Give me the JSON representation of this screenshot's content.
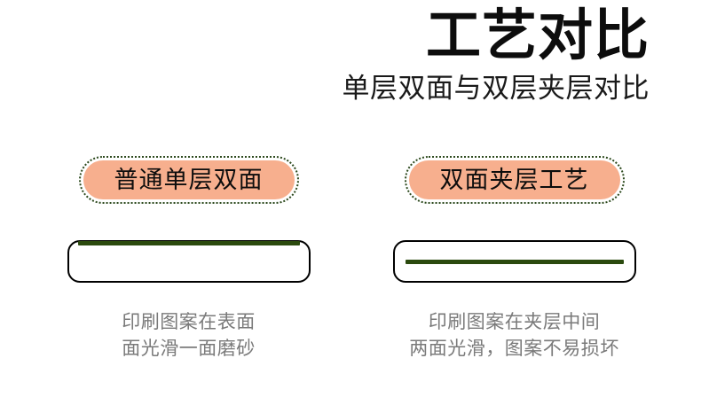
{
  "header": {
    "title": "工艺对比",
    "subtitle": "单层双面与双层夹层对比"
  },
  "colors": {
    "badge_fill": "#f7af8e",
    "badge_border": "#2d4a1e",
    "print_layer": "#2b4a0e",
    "card_border": "#000000",
    "caption_text": "#7a7a7a",
    "title_text": "#0d0d0d",
    "background": "#ffffff"
  },
  "columns": [
    {
      "badge_label": "普通单层双面",
      "layer_position": "top",
      "caption_lines": [
        "印刷图案在表面",
        "面光滑一面磨砂"
      ]
    },
    {
      "badge_label": "双面夹层工艺",
      "layer_position": "middle",
      "caption_lines": [
        "印刷图案在夹层中间",
        "两面光滑，图案不易损坏"
      ]
    }
  ]
}
